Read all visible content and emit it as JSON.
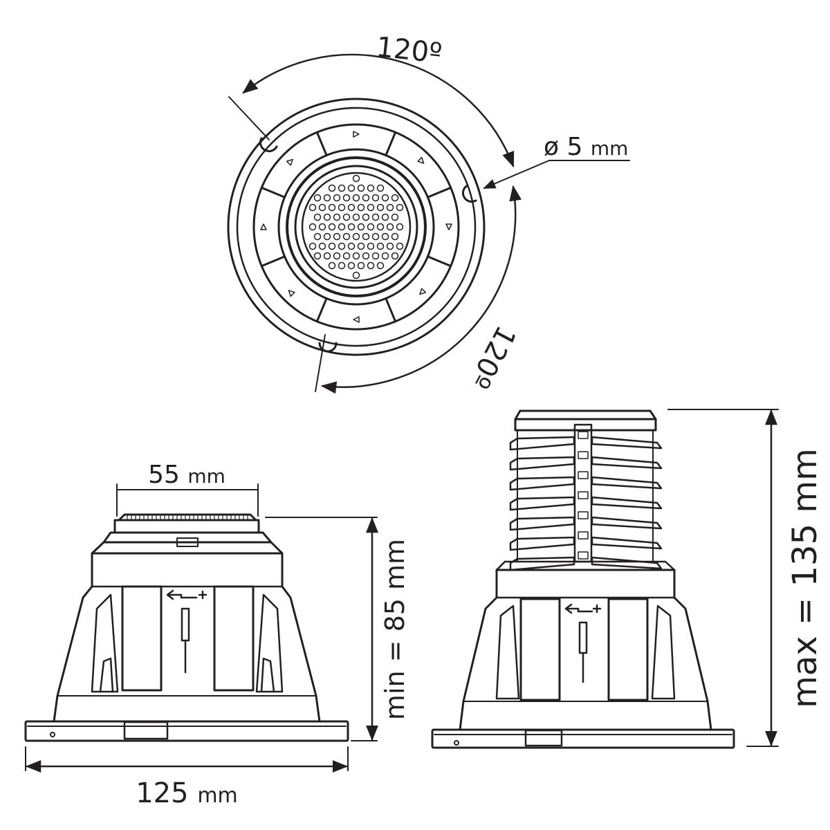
{
  "top_view": {
    "angle_label_top": "120º",
    "angle_label_right": "120º",
    "hole_label": "ø 5",
    "hole_unit": "mm"
  },
  "min_view": {
    "width_value": "125",
    "width_unit": "mm",
    "head_value": "55",
    "head_unit": "mm",
    "height_label": "min = 85 mm"
  },
  "max_view": {
    "height_label": "max = 135 mm"
  },
  "colors": {
    "ink": "#231f20",
    "background": "#ffffff"
  }
}
